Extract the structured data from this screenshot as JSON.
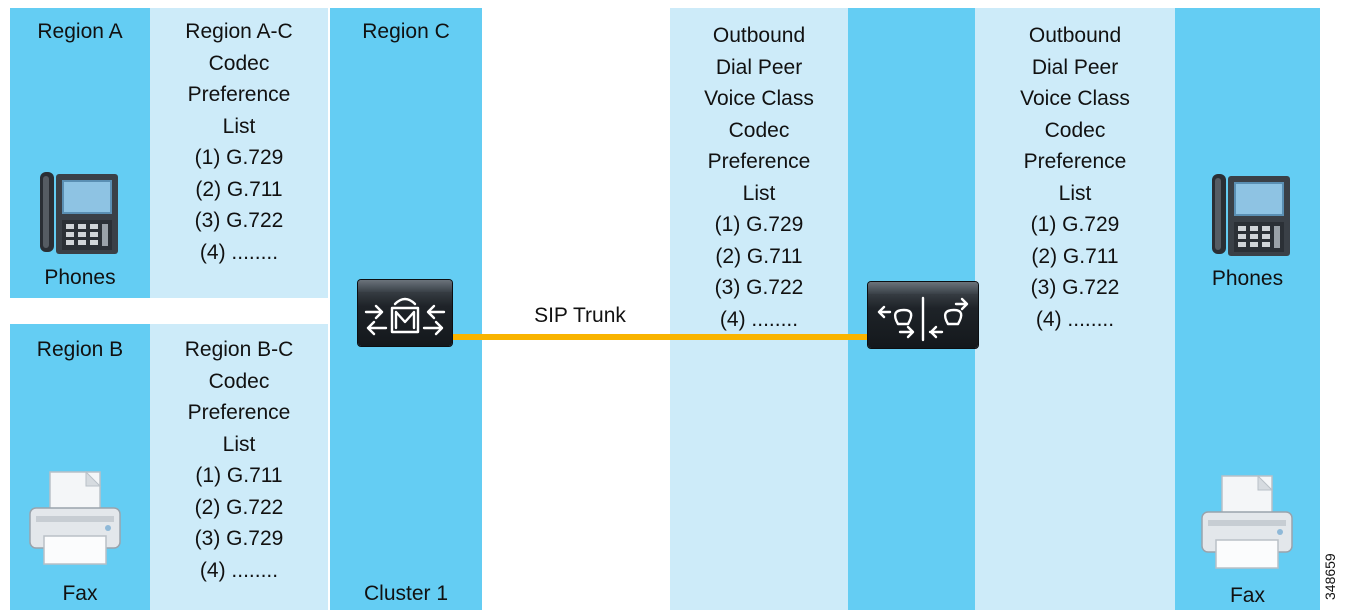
{
  "regions": {
    "region_a": {
      "title": "Region A",
      "device_label": "Phones"
    },
    "region_b": {
      "title": "Region B",
      "device_label": "Fax"
    },
    "region_c": {
      "title": "Region C",
      "footer": "Cluster 1"
    }
  },
  "codec_lists": {
    "ac": {
      "lines": [
        "Region A-C",
        "Codec",
        "Preference",
        "List",
        "(1) G.729",
        "(2) G.711",
        "(3) G.722",
        "(4) ........"
      ]
    },
    "bc": {
      "lines": [
        "Region B-C",
        "Codec",
        "Preference",
        "List",
        "(1) G.711",
        "(2) G.722",
        "(3) G.729",
        "(4) ........"
      ]
    },
    "outbound_1": {
      "lines": [
        "Outbound",
        "Dial Peer",
        "Voice Class",
        "Codec",
        "Preference",
        "List",
        "(1) G.729",
        "(2) G.711",
        "(3) G.722",
        "(4) ........"
      ]
    },
    "outbound_2": {
      "lines": [
        "Outbound",
        "Dial Peer",
        "Voice Class",
        "Codec",
        "Preference",
        "List",
        "(1) G.729",
        "(2) G.711",
        "(3) G.722",
        "(4) ........"
      ]
    }
  },
  "right_site": {
    "phones_label": "Phones",
    "fax_label": "Fax"
  },
  "trunk": {
    "label": "SIP Trunk"
  },
  "figure_id": "348659",
  "colors": {
    "region_blue": "#64cdf3",
    "list_light_blue": "#cdebf9",
    "trunk_yellow": "#f9b400"
  },
  "icons": [
    "ip-phone-icon",
    "fax-printer-icon",
    "call-manager-icon",
    "voice-gateway-icon"
  ]
}
